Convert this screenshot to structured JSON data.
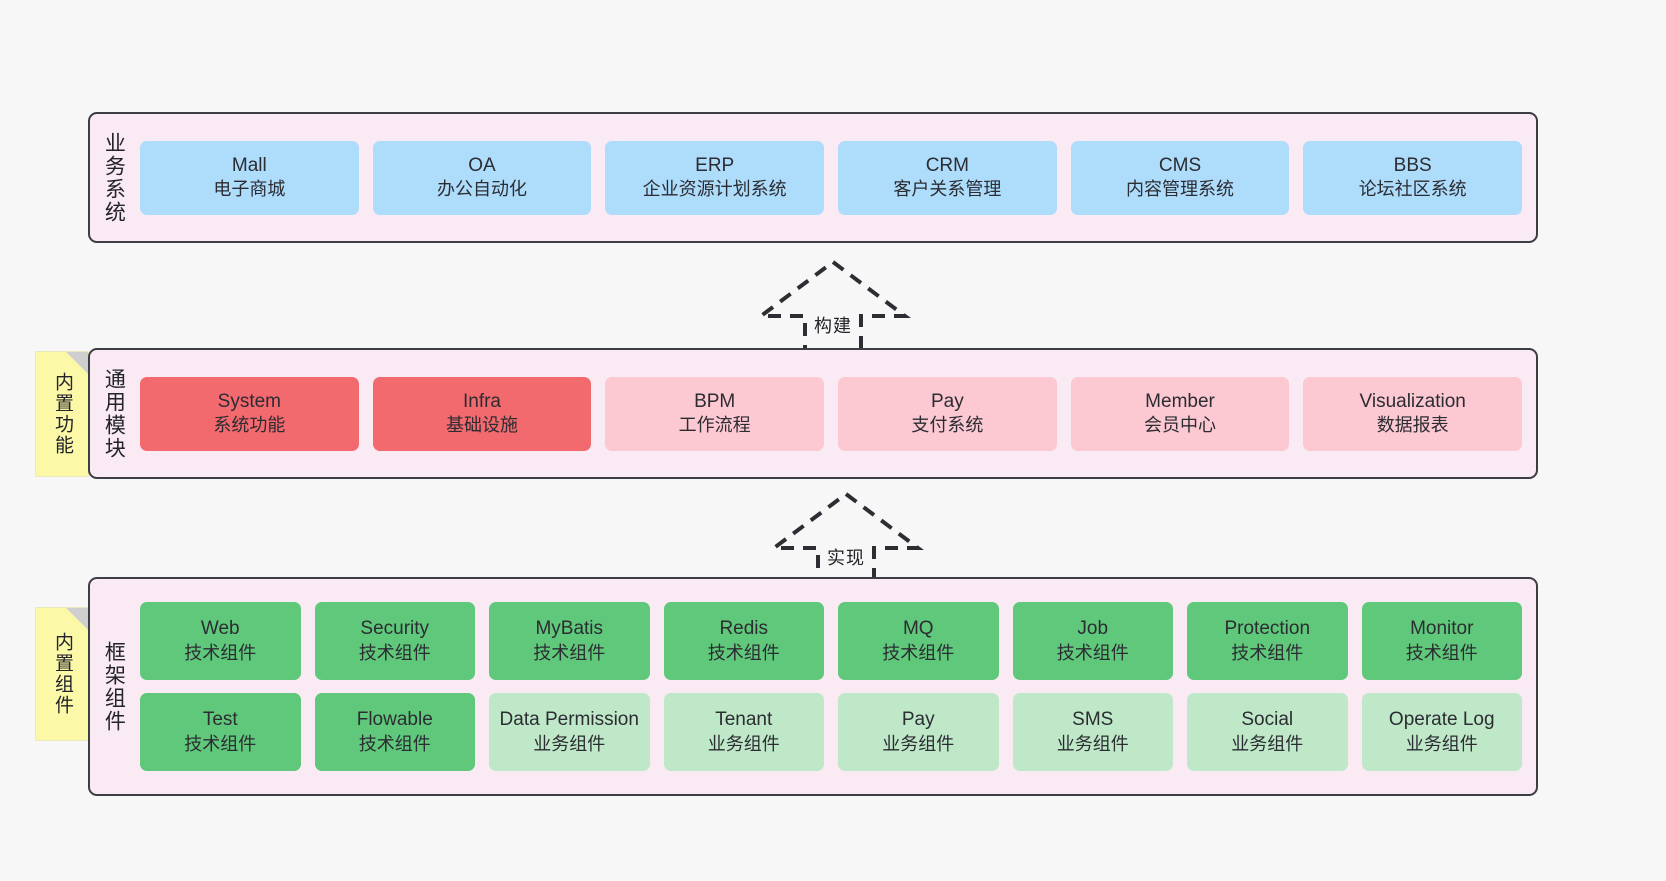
{
  "palette": {
    "background": "#f7f7f7",
    "layer_fill": "#f9eaf4",
    "layer_border": "#3d3d44",
    "business_card": "#aedcfb",
    "module_core": "#f2696e",
    "module_optional": "#fcc8d1",
    "framework_tech": "#5fc87a",
    "framework_biz": "#bfe8c8",
    "sticky_note": "#fbf8a8",
    "sticky_fold": "#cfcfcf",
    "text": "#2c2c33"
  },
  "layers": [
    {
      "id": "business",
      "title": "业务系统",
      "rows": [
        [
          {
            "en": "Mall",
            "cn": "电子商城",
            "style": "c-blue"
          },
          {
            "en": "OA",
            "cn": "办公自动化",
            "style": "c-blue"
          },
          {
            "en": "ERP",
            "cn": "企业资源计划系统",
            "style": "c-blue"
          },
          {
            "en": "CRM",
            "cn": "客户关系管理",
            "style": "c-blue"
          },
          {
            "en": "CMS",
            "cn": "内容管理系统",
            "style": "c-blue"
          },
          {
            "en": "BBS",
            "cn": "论坛社区系统",
            "style": "c-blue"
          }
        ]
      ]
    },
    {
      "id": "module",
      "title": "通用模块",
      "sticky": "内置功能",
      "rows": [
        [
          {
            "en": "System",
            "cn": "系统功能",
            "style": "c-red"
          },
          {
            "en": "Infra",
            "cn": "基础设施",
            "style": "c-red"
          },
          {
            "en": "BPM",
            "cn": "工作流程",
            "style": "c-pink"
          },
          {
            "en": "Pay",
            "cn": "支付系统",
            "style": "c-pink"
          },
          {
            "en": "Member",
            "cn": "会员中心",
            "style": "c-pink"
          },
          {
            "en": "Visualization",
            "cn": "数据报表",
            "style": "c-pink"
          }
        ]
      ]
    },
    {
      "id": "framework",
      "title": "框架组件",
      "sticky": "内置组件",
      "rows": [
        [
          {
            "en": "Web",
            "cn": "技术组件",
            "style": "c-green"
          },
          {
            "en": "Security",
            "cn": "技术组件",
            "style": "c-green"
          },
          {
            "en": "MyBatis",
            "cn": "技术组件",
            "style": "c-green"
          },
          {
            "en": "Redis",
            "cn": "技术组件",
            "style": "c-green"
          },
          {
            "en": "MQ",
            "cn": "技术组件",
            "style": "c-green"
          },
          {
            "en": "Job",
            "cn": "技术组件",
            "style": "c-green"
          },
          {
            "en": "Protection",
            "cn": "技术组件",
            "style": "c-green"
          },
          {
            "en": "Monitor",
            "cn": "技术组件",
            "style": "c-green"
          }
        ],
        [
          {
            "en": "Test",
            "cn": "技术组件",
            "style": "c-green"
          },
          {
            "en": "Flowable",
            "cn": "技术组件",
            "style": "c-green"
          },
          {
            "en": "Data Permission",
            "cn": "业务组件",
            "style": "c-greenlite"
          },
          {
            "en": "Tenant",
            "cn": "业务组件",
            "style": "c-greenlite"
          },
          {
            "en": "Pay",
            "cn": "业务组件",
            "style": "c-greenlite"
          },
          {
            "en": "SMS",
            "cn": "业务组件",
            "style": "c-greenlite"
          },
          {
            "en": "Social",
            "cn": "业务组件",
            "style": "c-greenlite"
          },
          {
            "en": "Operate Log",
            "cn": "业务组件",
            "style": "c-greenlite"
          }
        ]
      ]
    }
  ],
  "arrows": [
    {
      "id": "build",
      "label": "构建"
    },
    {
      "id": "impl",
      "label": "实现"
    }
  ]
}
